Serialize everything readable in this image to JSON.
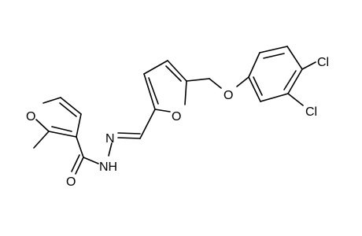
{
  "molecule": {
    "atoms": {
      "cl_top": "Cl",
      "cl_bottom": "Cl",
      "o_ether": "O",
      "o_furan_center": "O",
      "o_furan_left": "O",
      "n_imine": "N",
      "nh_hydrazide": "NH",
      "o_carbonyl": "O"
    }
  },
  "colors": {
    "bond": "#000000",
    "label": "#000000",
    "background": "#ffffff"
  }
}
